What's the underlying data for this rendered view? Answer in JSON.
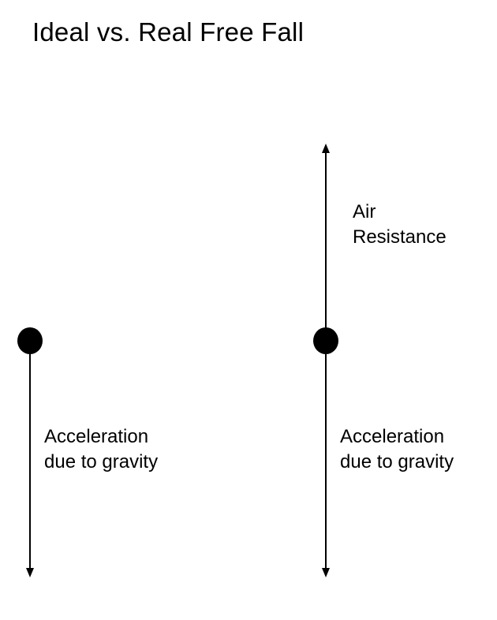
{
  "title": "Ideal vs. Real Free Fall",
  "ideal": {
    "gravity_label": [
      "Acceleration",
      "due to gravity"
    ]
  },
  "real": {
    "air_resistance_label": [
      "Air",
      "Resistance"
    ],
    "gravity_label": [
      "Acceleration",
      "due to gravity"
    ]
  },
  "colors": {
    "ink": "#000000",
    "background": "#ffffff"
  }
}
